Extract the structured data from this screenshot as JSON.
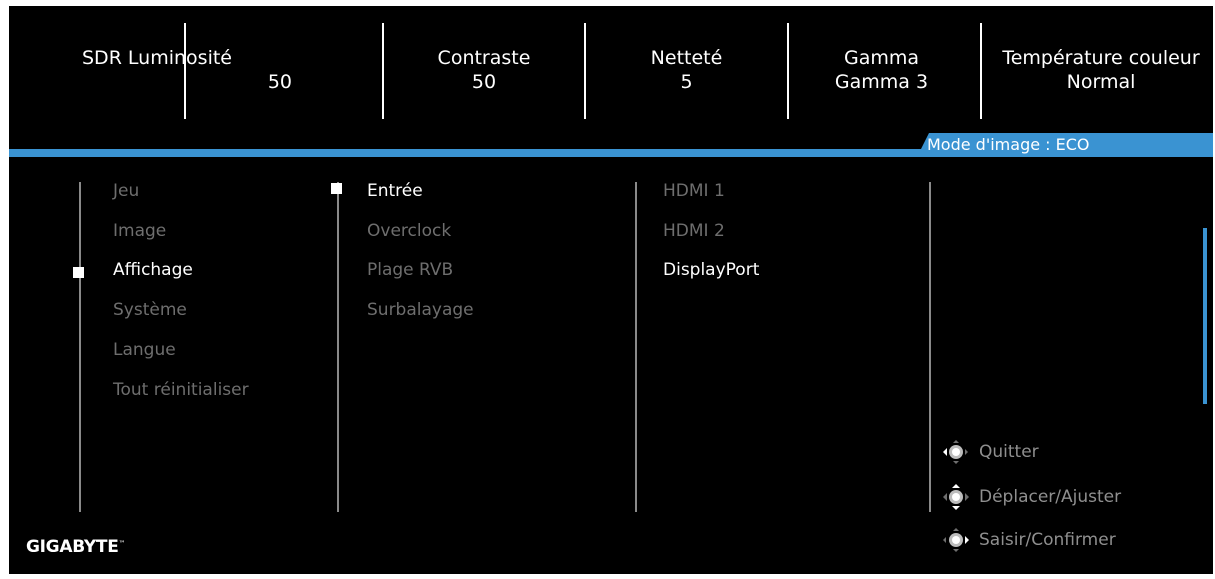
{
  "top_bar": {
    "items": [
      {
        "label": "SDR Luminosité",
        "value": "50"
      },
      {
        "label": "Contraste",
        "value": "50"
      },
      {
        "label": "Netteté",
        "value": "5"
      },
      {
        "label": "Gamma",
        "value": "Gamma 3"
      },
      {
        "label": "Température couleur",
        "value": "Normal"
      }
    ]
  },
  "picture_mode": {
    "text": "Mode d'image : ECO"
  },
  "main_menu": {
    "items": [
      {
        "label": "Jeu"
      },
      {
        "label": "Image"
      },
      {
        "label": "Affichage"
      },
      {
        "label": "Système"
      },
      {
        "label": "Langue"
      },
      {
        "label": "Tout réinitialiser"
      }
    ],
    "selected": "Affichage"
  },
  "sub_menu": {
    "items": [
      {
        "label": "Entrée"
      },
      {
        "label": "Overclock"
      },
      {
        "label": "Plage RVB"
      },
      {
        "label": "Surbalayage"
      }
    ],
    "selected": "Entrée"
  },
  "options": {
    "items": [
      {
        "label": "HDMI 1"
      },
      {
        "label": "HDMI 2"
      },
      {
        "label": "DisplayPort"
      }
    ],
    "selected": "DisplayPort"
  },
  "hints": [
    {
      "icon": "joystick-left-icon",
      "label": "Quitter"
    },
    {
      "icon": "joystick-move-icon",
      "label": "Déplacer/Ajuster"
    },
    {
      "icon": "joystick-press-icon",
      "label": "Saisir/Confirmer"
    }
  ],
  "brand": {
    "logo": "GIGABYTE",
    "tm": "™"
  },
  "colors": {
    "accent": "#3a93d2",
    "background": "#000000",
    "text_active": "#ffffff",
    "text_inactive": "#6e6e6e"
  }
}
